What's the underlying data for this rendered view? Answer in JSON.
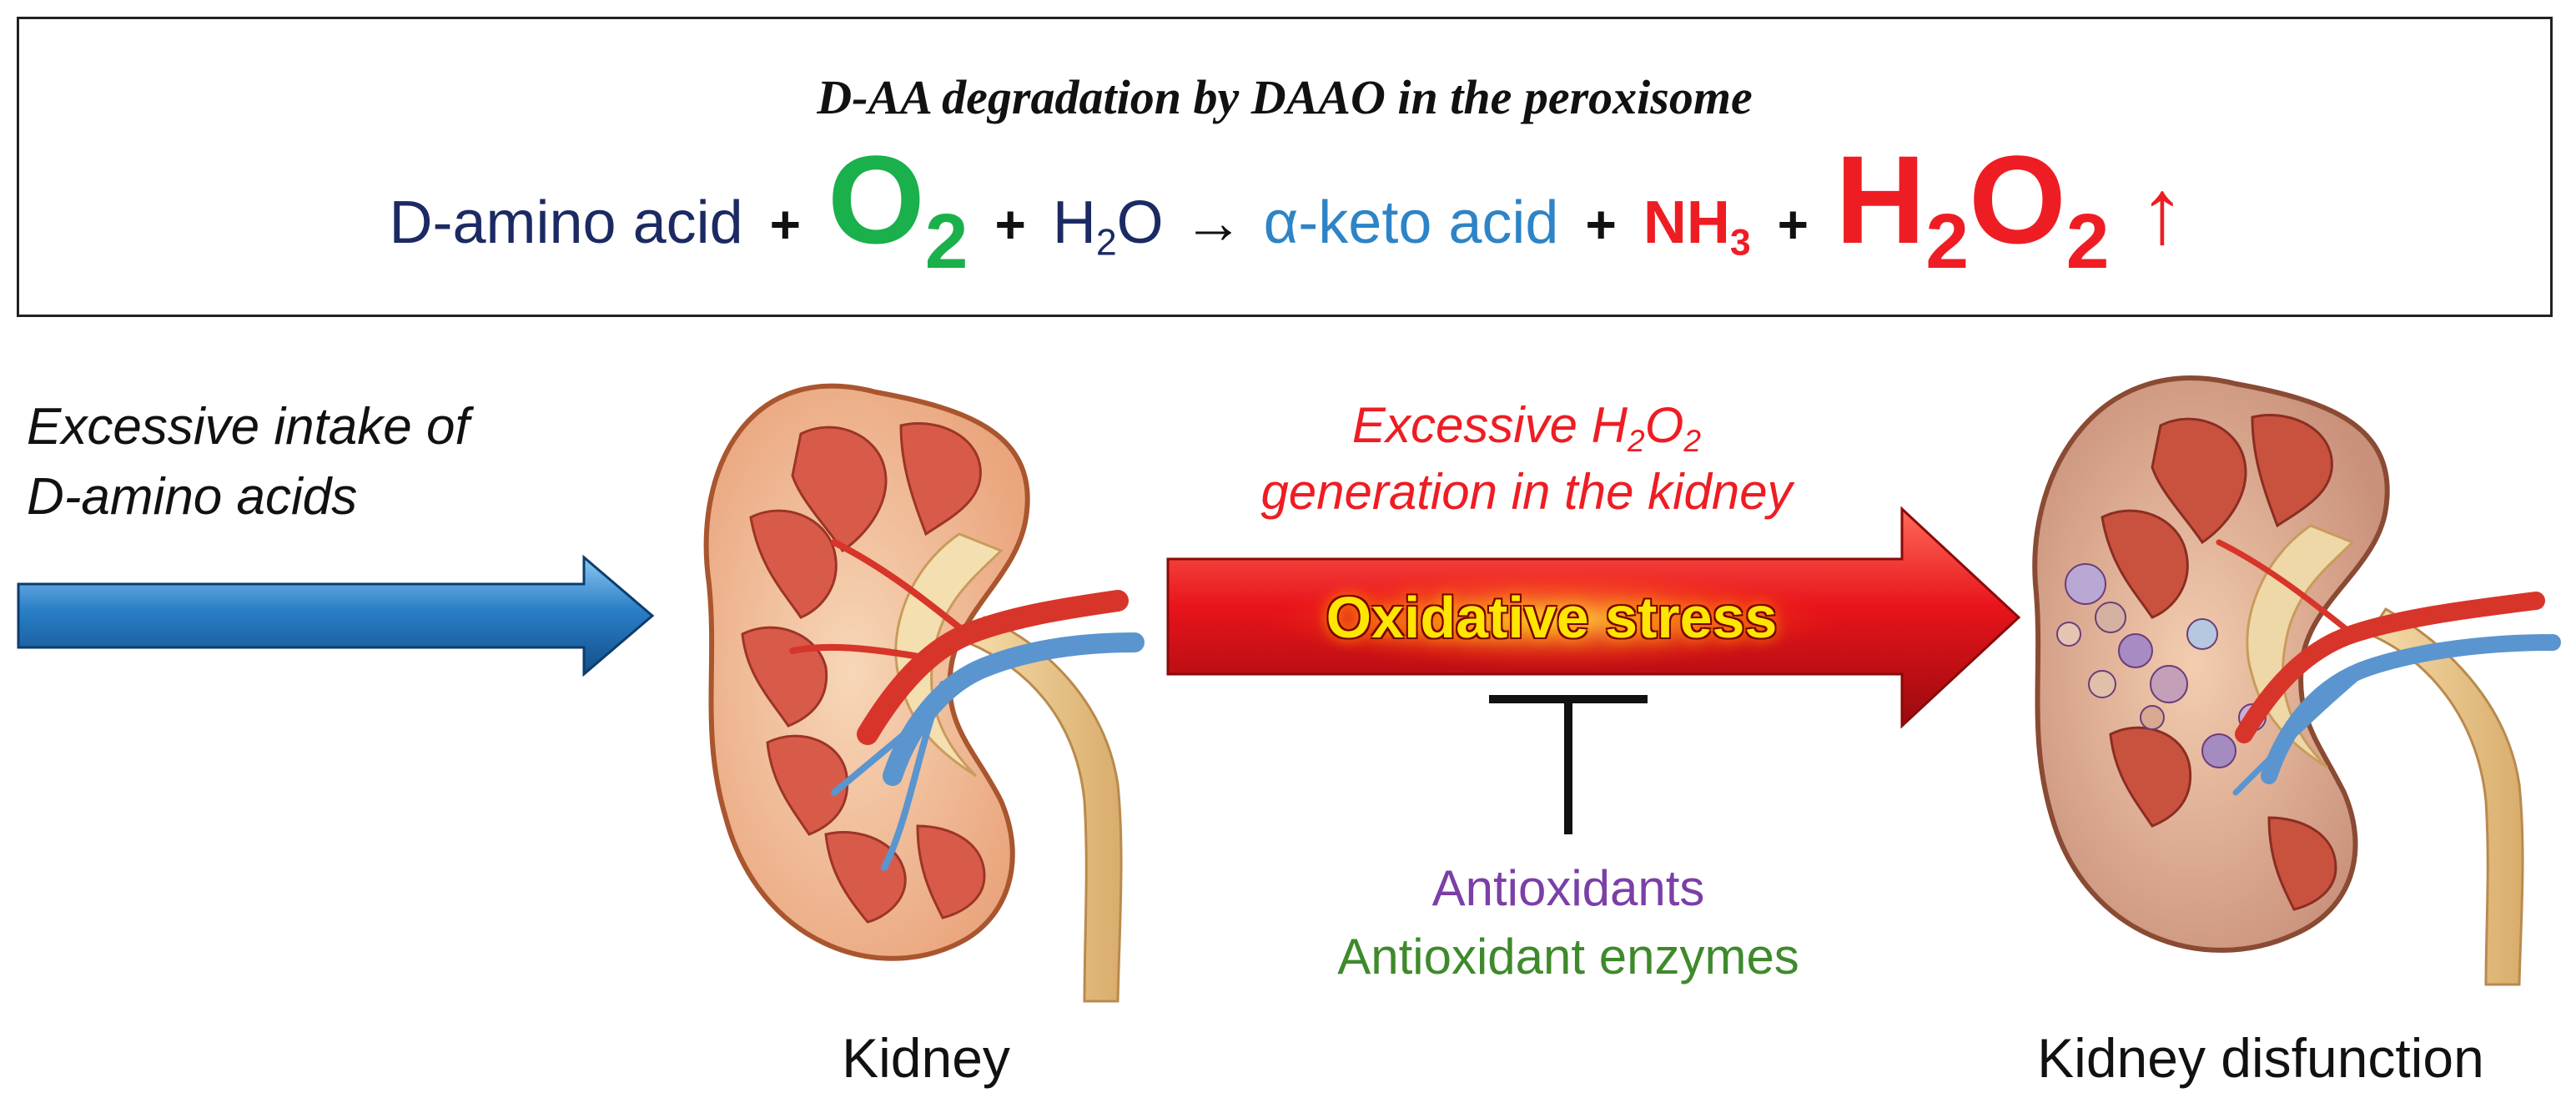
{
  "header": {
    "title_prefix": "D",
    "title_rest": "-AA degradation by DAAO in the peroxisome"
  },
  "equation": {
    "damino_prefix": "D",
    "damino_rest": "-amino acid",
    "plus": "+",
    "o2_base": "O",
    "o2_sub": "2",
    "h2o_h": "H",
    "h2o_sub": "2",
    "h2o_o": "O",
    "arrow": "→",
    "keto": "α-keto acid",
    "nh3_base": "NH",
    "nh3_sub": "3",
    "h2o2_h": "H",
    "h2o2_sub1": "2",
    "h2o2_o": "O",
    "h2o2_sub2": "2",
    "up_arrow": "↑"
  },
  "labels": {
    "intake_line1": "Excessive intake of",
    "intake_line2_prefix": "D",
    "intake_line2_rest": "-amino acids",
    "h2o2_line1_a": "Excessive H",
    "h2o2_line1_sub1": "2",
    "h2o2_line1_b": "O",
    "h2o2_line1_sub2": "2",
    "h2o2_line2": "generation in the kidney",
    "oxidative_stress": "Oxidative stress",
    "antioxidants": "Antioxidants",
    "antioxidant_enzymes": "Antioxidant enzymes",
    "kidney": "Kidney",
    "kidney_dysfunction": "Kidney disfunction"
  },
  "colors": {
    "navy": "#1b2a63",
    "green": "#1ab04b",
    "blue": "#2d84c6",
    "red": "#ee1d23",
    "purple": "#7b3fa7",
    "dark_green": "#3e8a2b",
    "intake_arrow": "#2a7fc6",
    "stress_arrow": "#e8141b"
  },
  "icons": [
    "healthy-kidney-illustration",
    "damaged-kidney-illustration",
    "inhibition-t-bar"
  ]
}
